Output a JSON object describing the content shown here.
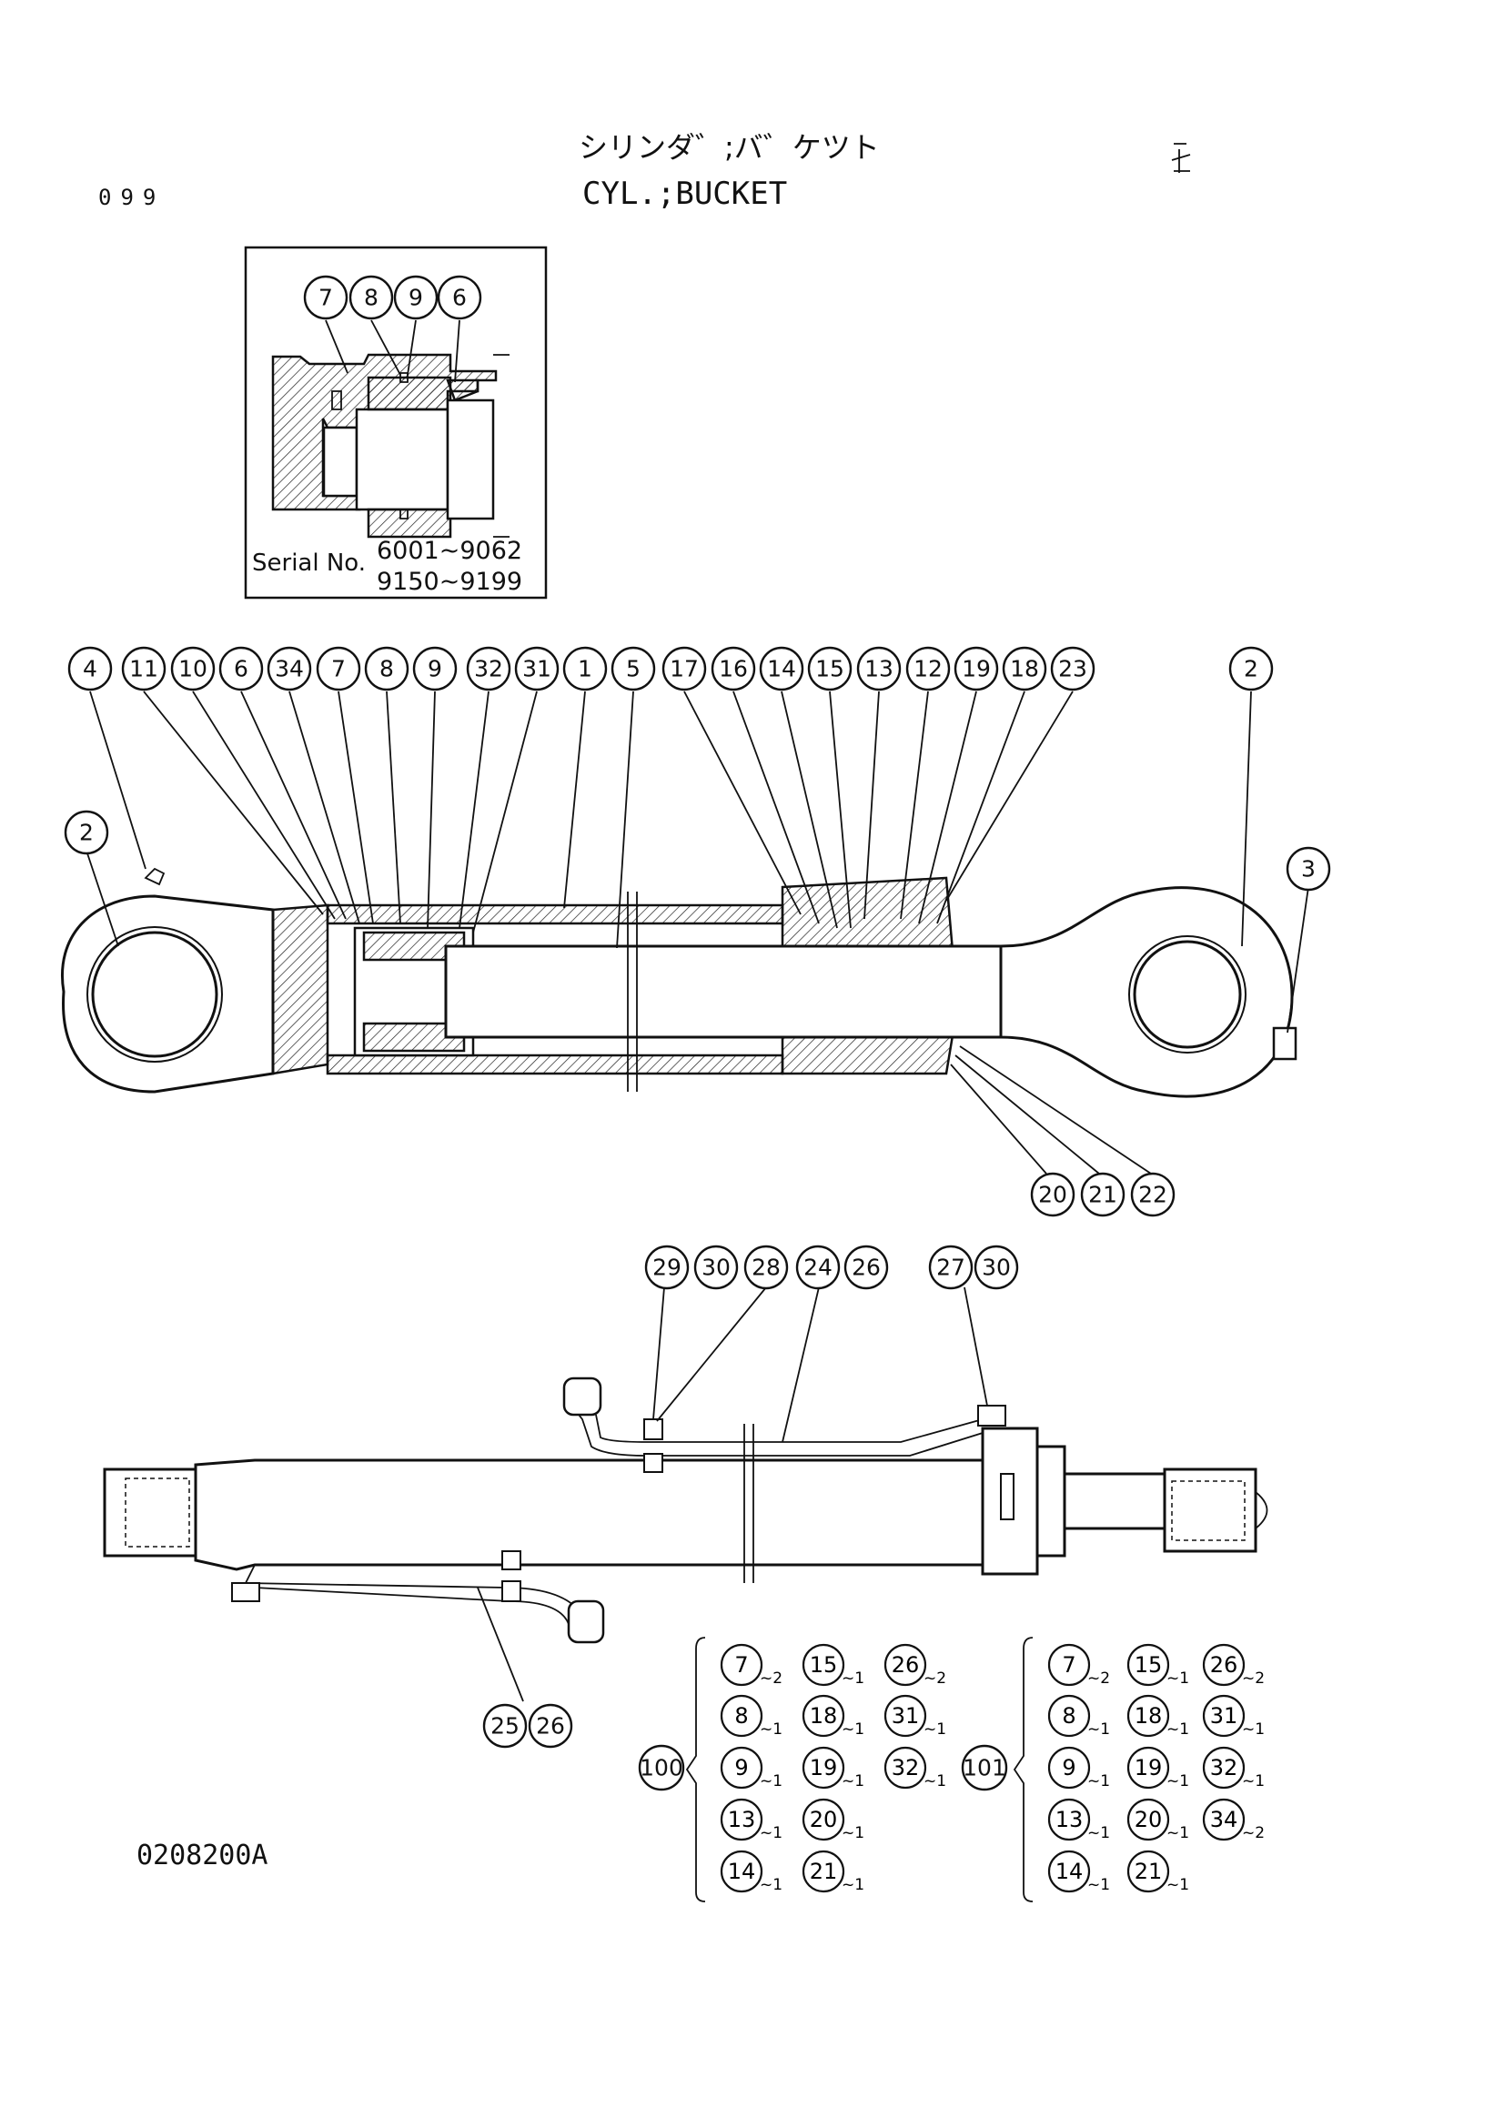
{
  "page_number": "099",
  "title_jp": "シリンダ゛;バ゛ケツト",
  "title_en": "CYL.;BUCKET",
  "margin_mark": "ｺﾞ",
  "drawing_number": "0208200A",
  "inset": {
    "callouts": [
      "7",
      "8",
      "9",
      "6"
    ],
    "serial_label": "Serial No.",
    "serial_ranges": [
      "6001~9062",
      "9150~9199"
    ]
  },
  "section_view": {
    "top_callouts": [
      "4",
      "11",
      "10",
      "6",
      "34",
      "7",
      "8",
      "9",
      "32",
      "31",
      "1",
      "5",
      "17",
      "16",
      "14",
      "15",
      "13",
      "12",
      "19",
      "18",
      "23"
    ],
    "side_callouts": [
      "2",
      "2",
      "3"
    ],
    "bottom_callouts": [
      "20",
      "21",
      "22"
    ]
  },
  "external_view": {
    "top_callouts": [
      "29",
      "30",
      "28",
      "24",
      "26",
      "27",
      "30"
    ],
    "bottom_callouts": [
      "25",
      "26"
    ]
  },
  "kits": [
    {
      "label": "100",
      "items": [
        {
          "part": "7",
          "qty": "~2"
        },
        {
          "part": "15",
          "qty": "~1"
        },
        {
          "part": "26",
          "qty": "~2"
        },
        {
          "part": "8",
          "qty": "~1"
        },
        {
          "part": "18",
          "qty": "~1"
        },
        {
          "part": "31",
          "qty": "~1"
        },
        {
          "part": "9",
          "qty": "~1"
        },
        {
          "part": "19",
          "qty": "~1"
        },
        {
          "part": "32",
          "qty": "~1"
        },
        {
          "part": "13",
          "qty": "~1"
        },
        {
          "part": "20",
          "qty": "~1"
        },
        {
          "part": "14",
          "qty": "~1"
        },
        {
          "part": "21",
          "qty": "~1"
        }
      ]
    },
    {
      "label": "101",
      "items": [
        {
          "part": "7",
          "qty": "~2"
        },
        {
          "part": "15",
          "qty": "~1"
        },
        {
          "part": "26",
          "qty": "~2"
        },
        {
          "part": "8",
          "qty": "~1"
        },
        {
          "part": "18",
          "qty": "~1"
        },
        {
          "part": "31",
          "qty": "~1"
        },
        {
          "part": "9",
          "qty": "~1"
        },
        {
          "part": "19",
          "qty": "~1"
        },
        {
          "part": "32",
          "qty": "~1"
        },
        {
          "part": "13",
          "qty": "~1"
        },
        {
          "part": "20",
          "qty": "~1"
        },
        {
          "part": "34",
          "qty": "~2"
        },
        {
          "part": "14",
          "qty": "~1"
        },
        {
          "part": "21",
          "qty": "~1"
        }
      ]
    }
  ]
}
